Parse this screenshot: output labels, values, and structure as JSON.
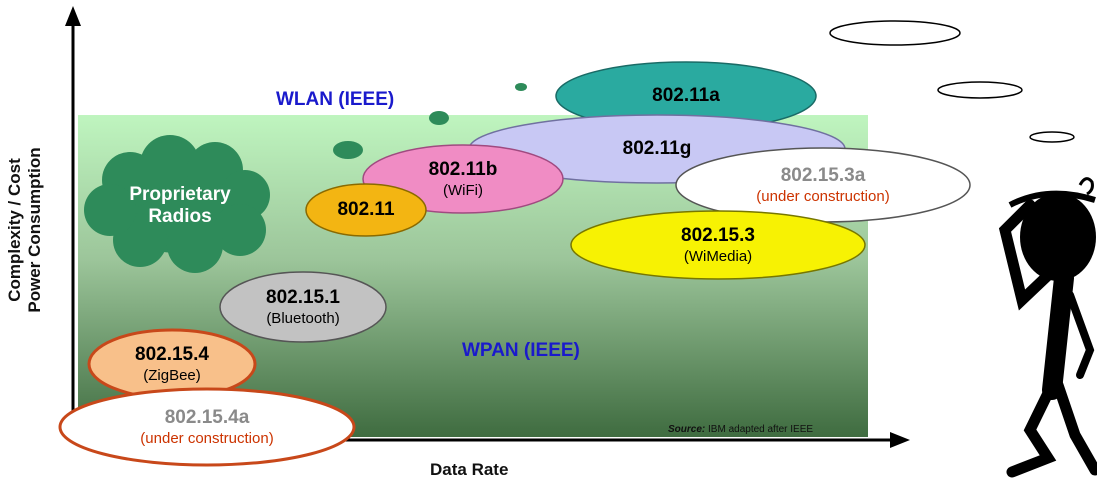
{
  "axes": {
    "x_label": "Data Rate",
    "y_label_line1": "Complexity / Cost",
    "y_label_line2": "Power Consumption"
  },
  "regions": {
    "wlan": "WLAN (IEEE)",
    "wpan": "WPAN (IEEE)"
  },
  "standards": {
    "s80211a": {
      "name": "802.11a"
    },
    "s80211g": {
      "name": "802.11g"
    },
    "s80211b": {
      "name": "802.11b",
      "sub": "(WiFi)"
    },
    "s80211": {
      "name": "802.11"
    },
    "s802153a": {
      "name": "802.15.3a",
      "sub": "(under construction)"
    },
    "s802153": {
      "name": "802.15.3",
      "sub": "(WiMedia)"
    },
    "s802151": {
      "name": "802.15.1",
      "sub": "(Bluetooth)"
    },
    "s802154": {
      "name": "802.15.4",
      "sub": "(ZigBee)"
    },
    "s802154a": {
      "name": "802.15.4a",
      "sub": "(under construction)"
    }
  },
  "proprietary": {
    "line1": "Proprietary",
    "line2": "Radios"
  },
  "source": {
    "label": "Source:",
    "text": " IBM adapted after IEEE"
  },
  "colors": {
    "wlan_wpan_text": "#1a1acc",
    "under_construction": "#cc3300",
    "proposed_name": "#8a8a8a",
    "s80211a_fill": "#2aaaa0",
    "s80211g_fill": "#c8c8f4",
    "s80211b_fill": "#f08cc4",
    "s80211_fill": "#f3b512",
    "s802153_fill": "#f7f203",
    "s802151_fill": "#c2c2c2",
    "s802154_fill": "#f8c08a",
    "proprietary_fill": "#2e8b5a"
  }
}
